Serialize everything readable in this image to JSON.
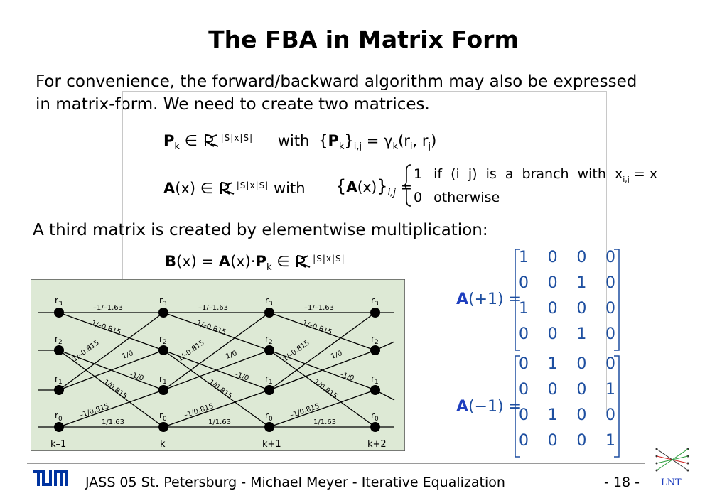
{
  "title": "The FBA in Matrix Form",
  "intro": "For convenience, the forward/backward algorithm may also be expressed in matrix-form. We need to create two matrices.",
  "eq1": {
    "P": "P",
    "k": "k",
    "elem": "∈",
    "dims": "|S|x|S|",
    "with": "with",
    "lhs_open": "{",
    "lhs_P": "P",
    "lhs_k": "k",
    "lhs_close": "}",
    "lhs_idx": "i,j",
    "equals": "=",
    "gamma": "γ",
    "gamma_k": "k",
    "args": "(r",
    "ri": "i",
    "mid": ", r",
    "rj": "j",
    "close": ")"
  },
  "eq2": {
    "A": "A",
    "x": "(x)",
    "elem": "∈",
    "dims": "|S|x|S|",
    "with": "with",
    "lhs": "A",
    "lhs_x": "(x)",
    "lhs_idx": "i,j",
    "equals": "=",
    "case1_val": "1",
    "case1_text": "if (i j) is a branch with x",
    "case1_idx": "i,j",
    "case1_end": "= x",
    "case2_val": "0",
    "case2_text": "otherwise"
  },
  "third_text": "A third matrix is created by elementwise multiplication:",
  "eq3": {
    "B": "B",
    "x": "(x) =",
    "A": "A",
    "ax": "(x)·",
    "P": "P",
    "k": "k",
    "elem": "∈",
    "dims": "|S|x|S|"
  },
  "trellis": {
    "states": [
      "r3",
      "r2",
      "r1",
      "r0"
    ],
    "state_labels": {
      "r3": "r",
      "r3sub": "3",
      "r2": "r",
      "r2sub": "2",
      "r1": "r",
      "r1sub": "1",
      "r0": "r",
      "r0sub": "0"
    },
    "time_labels": [
      "k–1",
      "k",
      "k+1",
      "k+2"
    ],
    "branch_labels": {
      "top": "–1/–1.63",
      "r3r2": "1/–0.815",
      "r2r3": "1/–0.815",
      "r1r3": "1/0",
      "r1r1": "–1/0",
      "r1r0": "1/0.815",
      "r0r1": "–1/0.815",
      "bottom": "1/1.63"
    }
  },
  "matrix_plus": {
    "label_A": "A",
    "label_arg": "(+1) =",
    "rows": [
      [
        "1",
        "0",
        "0",
        "0"
      ],
      [
        "0",
        "0",
        "1",
        "0"
      ],
      [
        "1",
        "0",
        "0",
        "0"
      ],
      [
        "0",
        "0",
        "1",
        "0"
      ]
    ]
  },
  "matrix_minus": {
    "label_A": "A",
    "label_arg": "(−1) =",
    "rows": [
      [
        "0",
        "1",
        "0",
        "0"
      ],
      [
        "0",
        "0",
        "0",
        "1"
      ],
      [
        "0",
        "1",
        "0",
        "0"
      ],
      [
        "0",
        "0",
        "0",
        "1"
      ]
    ]
  },
  "footer": "JASS 05 St. Petersburg  -  Michael Meyer  -  Iterative Equalization",
  "page": "- 18 -",
  "logo_tum": "TUM",
  "logo_lnt": "LNT",
  "colors": {
    "accent_blue": "#1f3fbf",
    "tum_blue": "#0033a0",
    "trellis_bg": "#dde9d5",
    "matrix_text": "#1e4fa0"
  }
}
